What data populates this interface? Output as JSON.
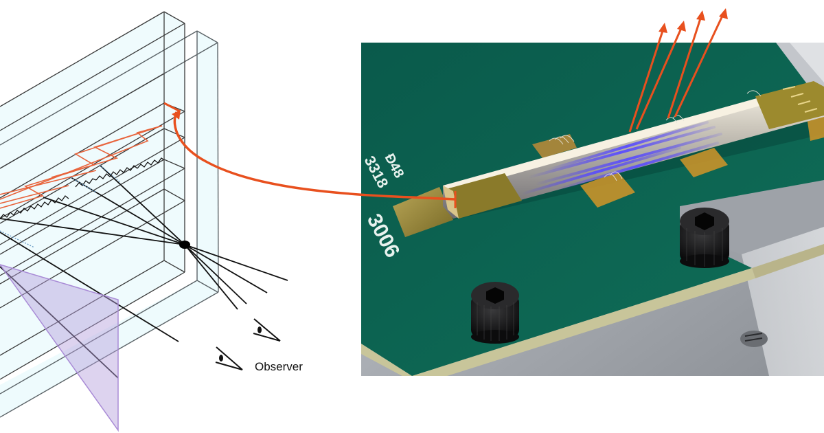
{
  "figure": {
    "left_panel": {
      "type": "schematic",
      "description": "Stacked transparent waveguide slabs with grating couplers emitting rays that converge to a focal point viewed by observer",
      "observer_label": "Observer",
      "colors": {
        "slab_fill": "#eefbfd",
        "slab_stroke": "#3a3a3a",
        "guided_light": "#e8643c",
        "grating": "#111111",
        "ray": "#111111",
        "ray_hidden": "#6a9cc4",
        "focal_point": "#000000",
        "projection_triangle": "#b39ddb"
      }
    },
    "connector_arrow": {
      "color": "#e8501e",
      "from": "slab edge input",
      "to": "chip edge facet"
    },
    "right_panel": {
      "type": "photograph",
      "description": "Photonic chip mounted on green PCB with gold wire-bond pads, blue emission visible, on aluminum mount with black hex screws",
      "pcb_text_1": "3318",
      "pcb_text_2": "Ð48",
      "pcb_text_3": "3006",
      "emission_arrows": 4,
      "colors": {
        "pcb_green": "#0b5e4f",
        "gold": "#c9a040",
        "aluminum": "#b8bcc2",
        "emission_blue": "#5a4dff",
        "arrow": "#e8501e"
      }
    }
  }
}
